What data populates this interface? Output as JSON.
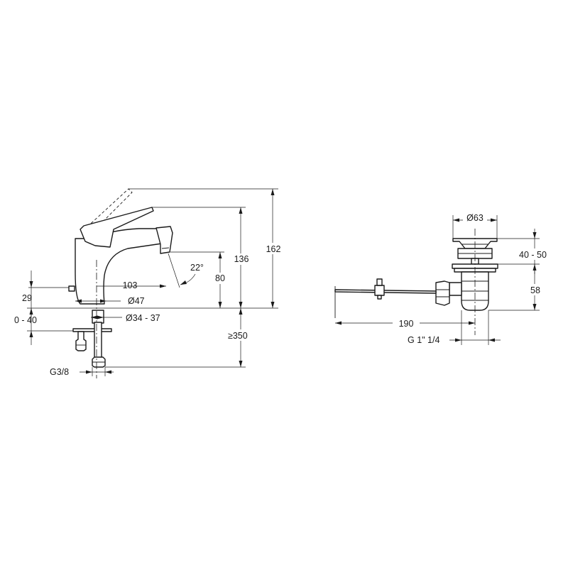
{
  "faucet": {
    "dim_height_total": "162",
    "dim_height_spout": "136",
    "dim_outlet_height": "80",
    "dim_reach": "103",
    "dim_angle": "22°",
    "dim_body_diameter": "Ø47",
    "dim_hole_diameter": "Ø34 - 37",
    "dim_popup_height": "29",
    "dim_deck_thickness": "0 - 40",
    "dim_hose_length": "≥350",
    "dim_connection": "G3/8"
  },
  "waste": {
    "dim_plug_diameter": "Ø63",
    "dim_flange_range": "40 - 50",
    "dim_body_height": "58",
    "dim_rod_length": "190",
    "dim_thread": "G 1\" 1/4"
  }
}
